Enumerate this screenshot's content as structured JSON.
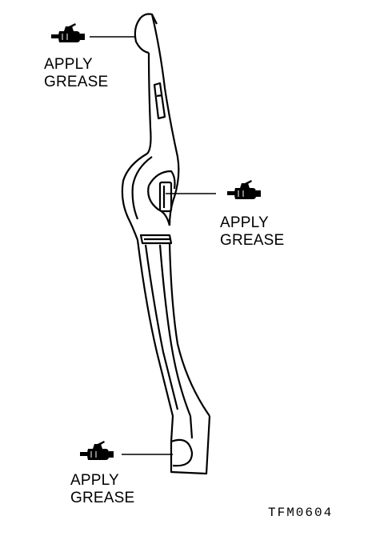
{
  "callouts": [
    {
      "id": "top",
      "line1": "APPLY",
      "line2": "GREASE",
      "icon": "grease-gun-icon"
    },
    {
      "id": "middle",
      "line1": "APPLY",
      "line2": "GREASE",
      "icon": "grease-gun-icon"
    },
    {
      "id": "bottom",
      "line1": "APPLY",
      "line2": "GREASE",
      "icon": "grease-gun-icon"
    }
  ],
  "figure_code": "TFM0604",
  "colors": {
    "ink": "#000000",
    "paper": "#ffffff"
  }
}
